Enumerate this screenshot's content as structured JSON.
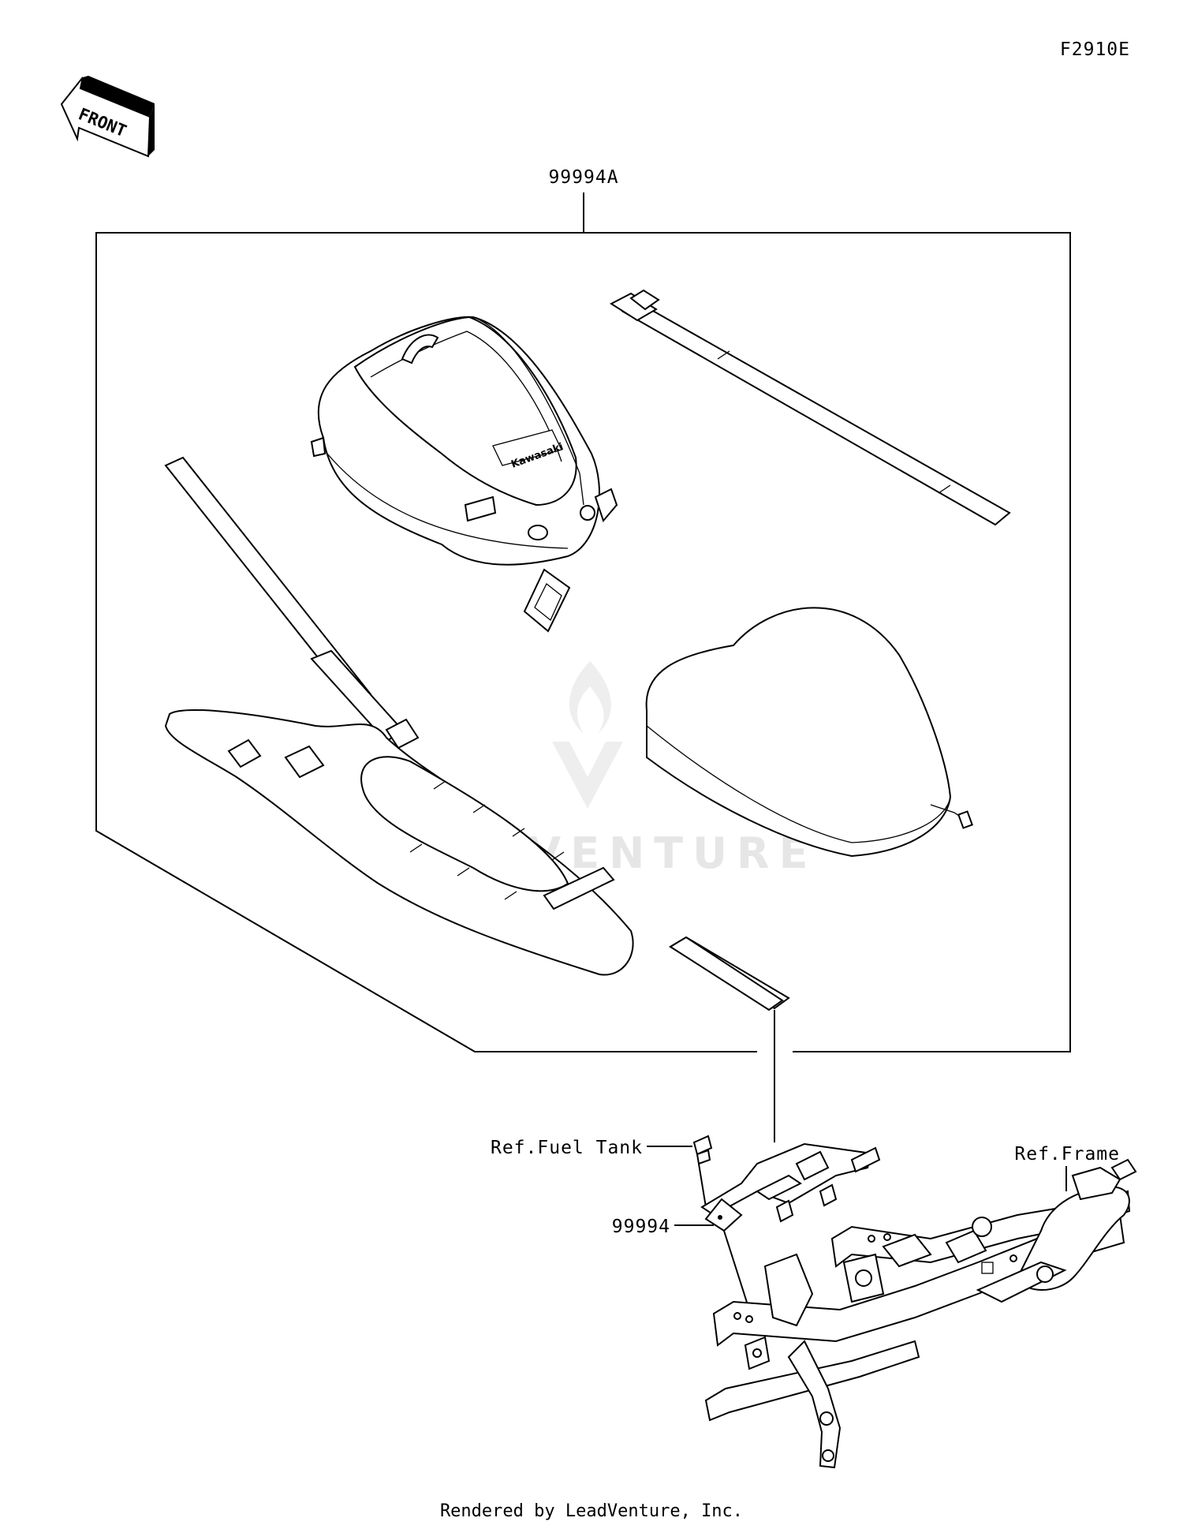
{
  "diagram_code": "F2910E",
  "front_label": "FRONT",
  "kit_part_number": "99994A",
  "callouts": {
    "fuel_tank_ref": "Ref.Fuel Tank",
    "frame_ref": "Ref.Frame",
    "bracket_part_number": "99994"
  },
  "product_brand_text": "Kawasaki",
  "watermark": "LEADVENTURE",
  "footer": "Rendered by LeadVenture, Inc."
}
